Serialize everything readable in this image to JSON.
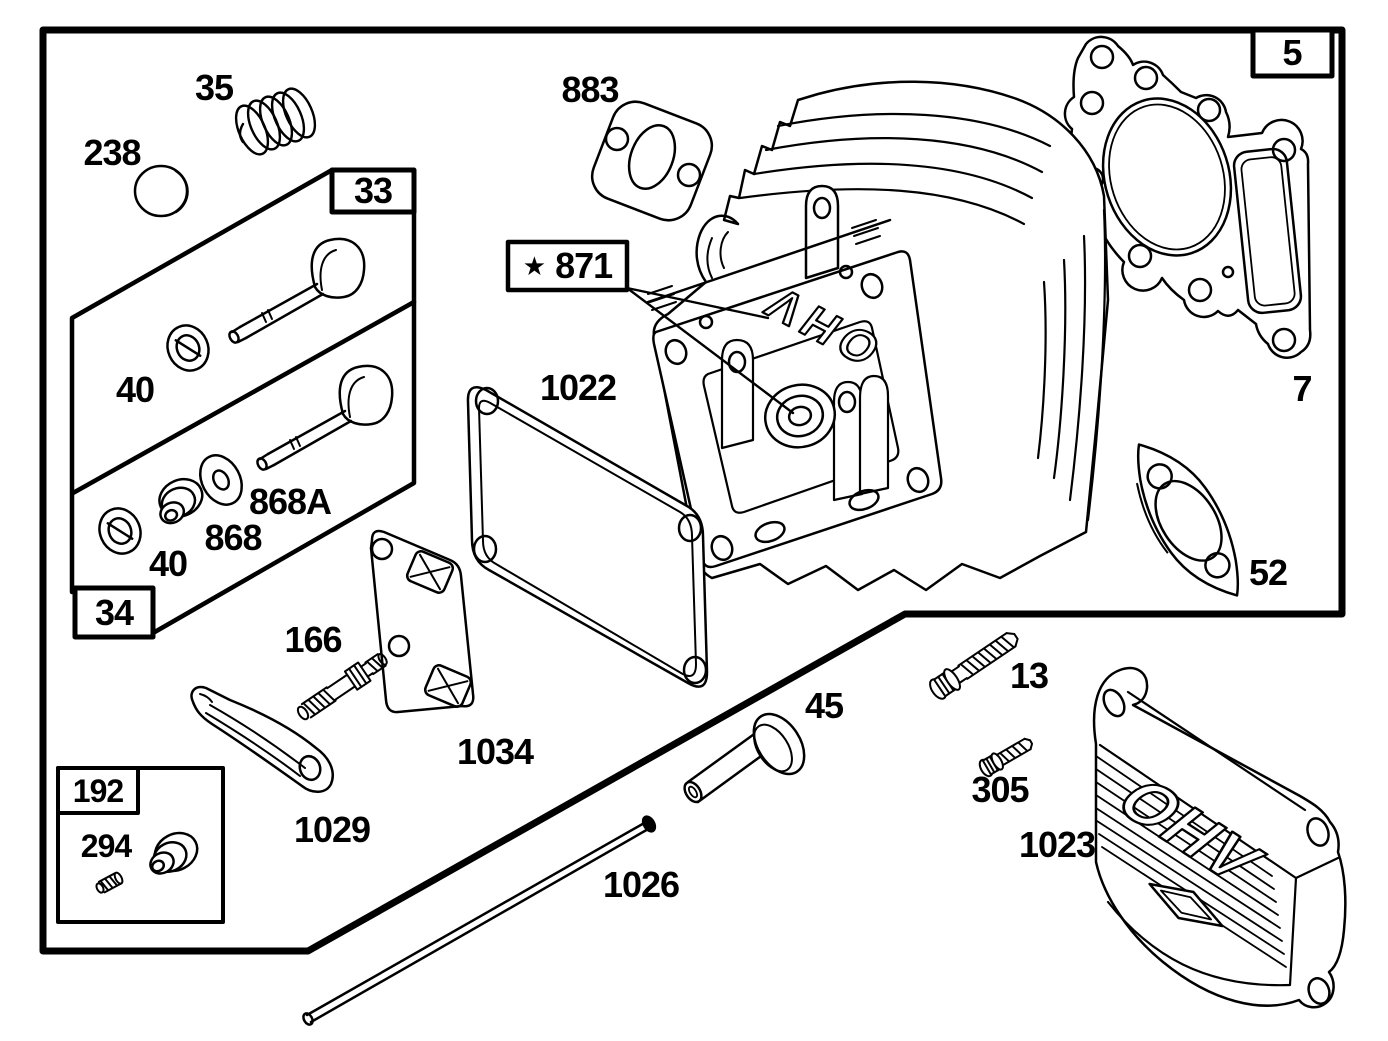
{
  "page": {
    "title": "Cylinder head exploded parts diagram",
    "paper_color": "#ffffff",
    "ink_color": "#000000"
  },
  "labels": {
    "p35": "35",
    "p238": "238",
    "p883": "883",
    "p40a": "40",
    "p868A": "868A",
    "p868": "868",
    "p40b": "40",
    "p1022": "1022",
    "p166": "166",
    "p1034": "1034",
    "p1029": "1029",
    "p294": "294",
    "p1026": "1026",
    "p45": "45",
    "p13": "13",
    "p305": "305",
    "p1023": "1023",
    "p7": "7",
    "p52": "52"
  },
  "boxed_labels": {
    "b33": "33",
    "b34": "34",
    "b192": "192",
    "b5": "5"
  },
  "callout_871": {
    "star": "★",
    "number": "871"
  },
  "embossed": {
    "head_casting": "OHV",
    "valve_cover": "OHV"
  }
}
